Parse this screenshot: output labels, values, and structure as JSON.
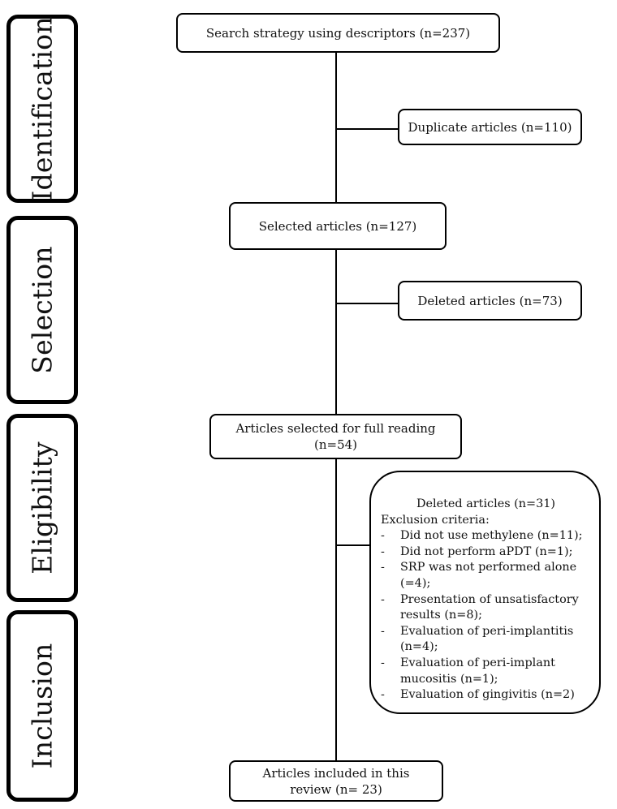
{
  "stages": [
    "Identification",
    "Selection",
    "Eligibility",
    "Inclusion"
  ],
  "boxes": {
    "search": "Search strategy using descriptors (n=237)",
    "duplicates": "Duplicate articles (n=110)",
    "selected": "Selected articles (n=127)",
    "deleted1": "Deleted articles (n=73)",
    "full_reading_line1": "Articles selected for full reading",
    "full_reading_line2": "(n=54)",
    "included_line1": "Articles included in this",
    "included_line2": "review (n= 23)"
  },
  "exclusion": {
    "title": "Deleted articles (n=31)",
    "subtitle": "Exclusion criteria:",
    "items": [
      "Did not use methylene (n=11);",
      "Did not perform aPDT (n=1);",
      "SRP was not performed alone (=4);",
      "Presentation of unsatisfactory results (n=8);",
      "Evaluation of peri-implantitis (n=4);",
      "Evaluation of peri-implant mucositis (n=1);",
      "Evaluation of gingivitis (n=2)"
    ]
  }
}
